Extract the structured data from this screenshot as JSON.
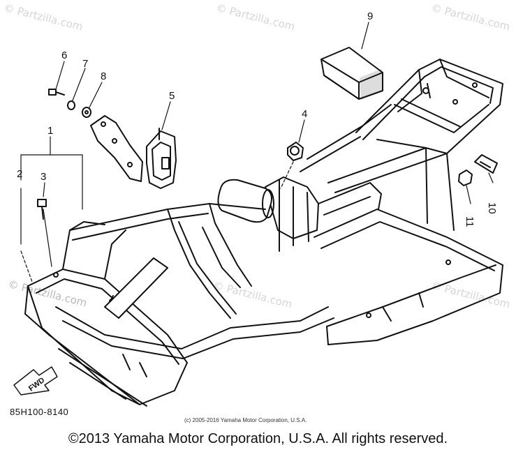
{
  "watermark": {
    "text": "© Partzilla.com"
  },
  "callouts": [
    {
      "id": "1",
      "label": "1"
    },
    {
      "id": "2",
      "label": "2"
    },
    {
      "id": "3",
      "label": "3"
    },
    {
      "id": "4",
      "label": "4"
    },
    {
      "id": "5",
      "label": "5"
    },
    {
      "id": "6",
      "label": "6"
    },
    {
      "id": "7",
      "label": "7"
    },
    {
      "id": "8",
      "label": "8"
    },
    {
      "id": "9",
      "label": "9"
    },
    {
      "id": "10",
      "label": "10"
    },
    {
      "id": "11",
      "label": "11"
    }
  ],
  "fwd_label": "FWD",
  "diagram_code": "85H100-8140",
  "small_copyright": "(c) 2005-2016 Yamaha Motor Corporation, U.S.A.",
  "footer_copyright": "©2013 Yamaha Motor Corporation, U.S.A. All rights reserved."
}
